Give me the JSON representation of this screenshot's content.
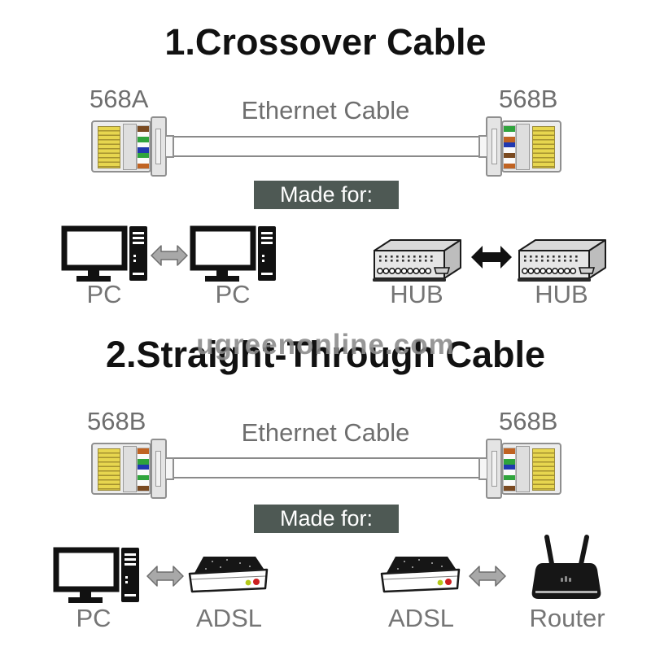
{
  "watermark": {
    "text": "ugreenonline.com"
  },
  "colors": {
    "title": "#111111",
    "label_gray": "#6e6e6e",
    "badge_bg": "#4e5954",
    "badge_text": "#ffffff",
    "arrow_gray": "#a8a8a8",
    "arrow_gray_stroke": "#6e6e6e",
    "arrow_black": "#111111",
    "pin_gold": "#e7d64f",
    "watermark_gray": "#8c8c8c",
    "led_green": "#b5c918",
    "led_red": "#cc2020"
  },
  "sections": [
    {
      "title": "1.Crossover Cable",
      "left_connector_label": "568A",
      "right_connector_label": "568B",
      "cable_label": "Ethernet Cable",
      "made_for_label": "Made for:",
      "left_wires": [
        "#7a4a21",
        "#fafafa",
        "#2fa43c",
        "#fafafa",
        "#2038b0",
        "#2fa43c",
        "#fafafa",
        "#c06322"
      ],
      "right_wires": [
        "#2fa43c",
        "#fafafa",
        "#c06322",
        "#2038b0",
        "#fafafa",
        "#7a4a21",
        "#fafafa",
        "#c06322"
      ],
      "devices": [
        {
          "label": "PC"
        },
        {
          "label": "PC"
        },
        {
          "label": "HUB"
        },
        {
          "label": "HUB"
        }
      ]
    },
    {
      "title": "2.Straight-Through Cable",
      "left_connector_label": "568B",
      "right_connector_label": "568B",
      "cable_label": "Ethernet Cable",
      "made_for_label": "Made for:",
      "left_wires": [
        "#c06322",
        "#fafafa",
        "#2fa43c",
        "#2038b0",
        "#fafafa",
        "#2fa43c",
        "#fafafa",
        "#7a4a21"
      ],
      "right_wires": [
        "#c06322",
        "#fafafa",
        "#2fa43c",
        "#2038b0",
        "#fafafa",
        "#2fa43c",
        "#fafafa",
        "#7a4a21"
      ],
      "devices": [
        {
          "label": "PC"
        },
        {
          "label": "ADSL"
        },
        {
          "label": "ADSL"
        },
        {
          "label": "Router"
        }
      ]
    }
  ]
}
